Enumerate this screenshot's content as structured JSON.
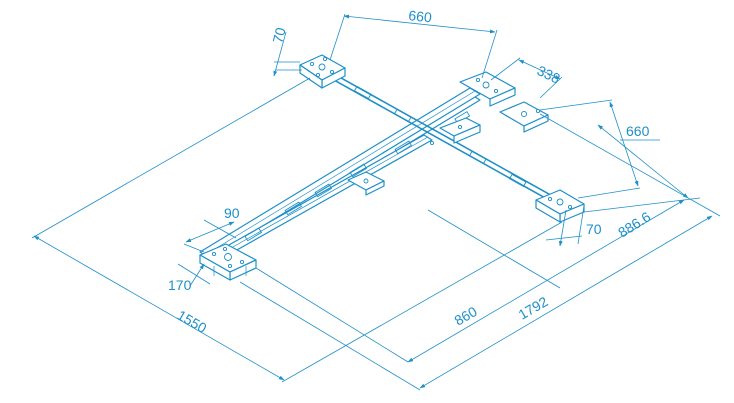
{
  "dimensions": {
    "top_width": "660",
    "plate_width": "338",
    "right_depth": "660",
    "top_left_thickness": "70",
    "right_thickness": "70",
    "overall_depth": "886.6",
    "left_plate": "90",
    "left_height": "170",
    "overall_length": "1550",
    "inner_length": "860",
    "outer_length": "1792"
  },
  "colors": {
    "line": "#1e8fc8",
    "background": "#ffffff"
  }
}
